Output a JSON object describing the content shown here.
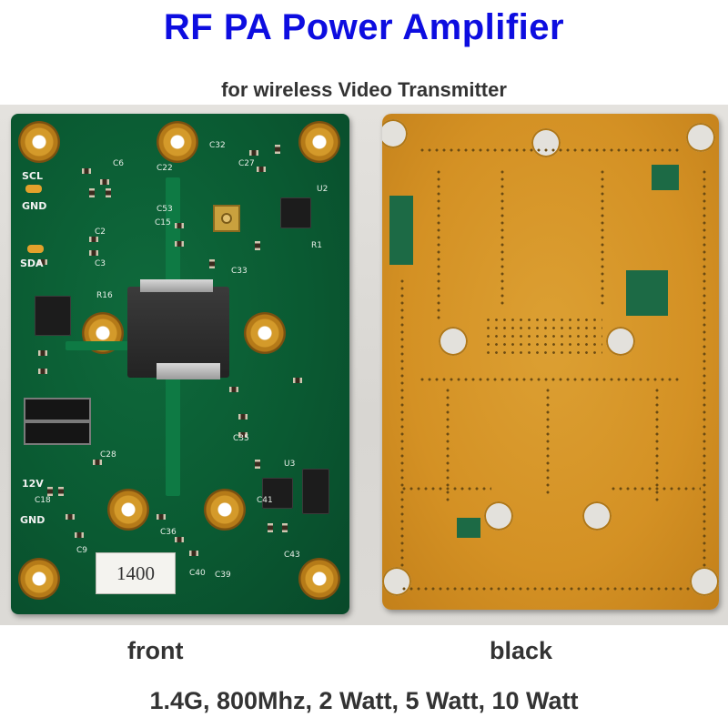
{
  "header": {
    "title": "RF PA Power Amplifier",
    "subtitle": "for wireless Video Transmitter"
  },
  "colors": {
    "title": "#0d0de0",
    "text": "#333333",
    "pcb_front": "#0a5a32",
    "pcb_back": "#d49124"
  },
  "front_board": {
    "caption": "front",
    "sticker": "1400",
    "pin_labels": [
      "SCL",
      "GND",
      "SDA",
      "12V",
      "GND"
    ],
    "silkscreen": [
      "C22",
      "C15",
      "C53",
      "C33",
      "R16",
      "C32",
      "C27",
      "C28",
      "C36",
      "C35",
      "C39",
      "C40",
      "C41",
      "C43",
      "C18",
      "C9",
      "U2",
      "U3",
      "R1",
      "C2",
      "C3",
      "C6"
    ]
  },
  "back_board": {
    "caption": "black"
  },
  "footer": {
    "specs": "1.4G, 800Mhz, 2 Watt, 5 Watt, 10 Watt"
  }
}
